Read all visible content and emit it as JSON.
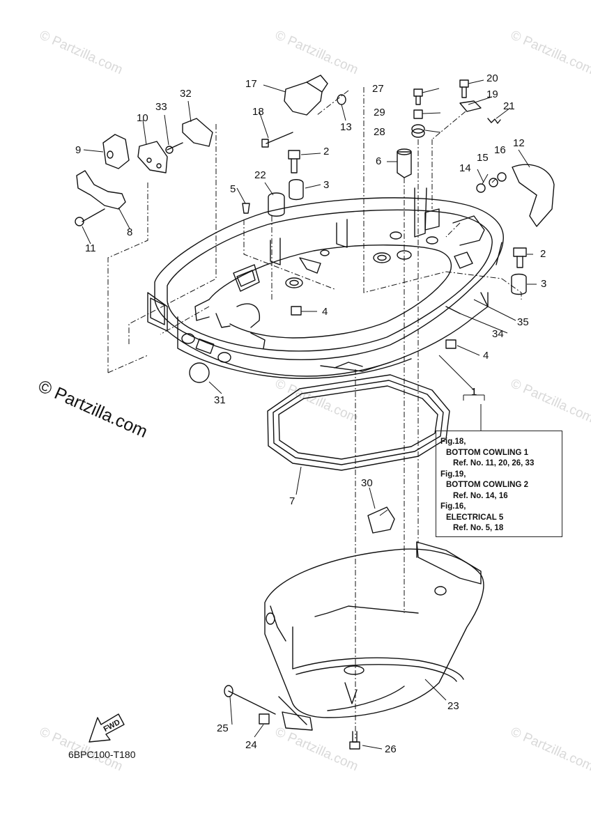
{
  "watermarks": {
    "small": "© Partzilla.com",
    "large": "© Partzilla.com"
  },
  "callouts": [
    "1",
    "2",
    "2",
    "3",
    "3",
    "4",
    "4",
    "5",
    "6",
    "7",
    "8",
    "9",
    "10",
    "11",
    "12",
    "13",
    "14",
    "15",
    "16",
    "17",
    "18",
    "19",
    "20",
    "21",
    "22",
    "23",
    "24",
    "25",
    "26",
    "27",
    "28",
    "29",
    "30",
    "31",
    "32",
    "33",
    "34",
    "35"
  ],
  "reference_box": {
    "entries": [
      {
        "fig": "Fig.18,",
        "name": "BOTTOM COWLING 1",
        "ref": "Ref. No. 11, 20, 26, 33"
      },
      {
        "fig": "Fig.19,",
        "name": "BOTTOM COWLING 2",
        "ref": "Ref. No. 14, 16"
      },
      {
        "fig": "Fig.16,",
        "name": "ELECTRICAL 5",
        "ref": "Ref. No. 5, 18"
      }
    ]
  },
  "fwd_label": "FWD",
  "diagram_code": "6BPC100-T180",
  "colors": {
    "line": "#111111",
    "watermark": "#d9d9d9",
    "background": "#ffffff"
  }
}
